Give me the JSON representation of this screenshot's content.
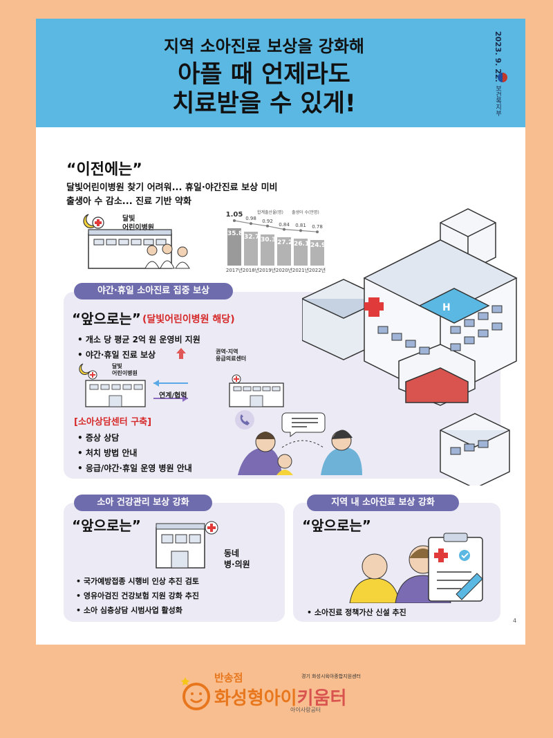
{
  "header": {
    "subtitle": "지역 소아진료 보상을 강화해",
    "title_line1": "아플 때 언제라도",
    "title_line2": "치료받을 수 있게!",
    "date": "2023. 9. 22.",
    "ministry": "보건복지부"
  },
  "before": {
    "title": "“이전에는”",
    "line1": "달빛어린이병원 찾기 어려워... 휴일·야간진료 보상 미비",
    "line2": "출생아 수 감소... 진료 기반 약화",
    "hospital_label_1": "달빛",
    "hospital_label_2": "어린이병원"
  },
  "chart_data": {
    "type": "bar",
    "categories": [
      "2017년",
      "2018년",
      "2019년",
      "2020년",
      "2021년",
      "2022년"
    ],
    "series": [
      {
        "name": "합계출산율(명)",
        "values": [
          1.05,
          0.98,
          0.92,
          0.84,
          0.81,
          0.78
        ]
      },
      {
        "name": "출생아 수(만명)",
        "values": [
          35.8,
          32.7,
          30.3,
          27.2,
          26.1,
          24.9
        ]
      }
    ],
    "ylim": [
      0,
      40
    ]
  },
  "section1": {
    "pill": "야간·휴일 소아진료 집중 보상",
    "title": "“앞으로는”",
    "title_note": "(달빛어린이병원 해당)",
    "bullet1": "• 개소 당 평균 2억 원 운영비 지원",
    "bullet2": "• 야간·휴일 진료 보상",
    "left_label_1": "달빛",
    "left_label_2": "어린이병원",
    "right_label_1": "권역·지역",
    "right_label_2": "응급의료센터",
    "link_label": "연계/협력",
    "consult_title": "[소아상담센터 구축]",
    "consult_b1": "• 증상 상담",
    "consult_b2": "• 처치 방법 안내",
    "consult_b3": "• 응급/야간·휴일 운영 병원 안내"
  },
  "section2": {
    "pill": "소아 건강관리 보상 강화",
    "title": "“앞으로는”",
    "clinic_label_1": "동네",
    "clinic_label_2": "병·의원",
    "bullet1": "• 국가예방접종 시행비 인상 추진 검토",
    "bullet2": "• 영유아검진 건강보험 지원 강화 추진",
    "bullet3": "• 소아 심층상담 시범사업 활성화"
  },
  "section3": {
    "pill": "지역 내 소아진료 보상 강화",
    "title": "“앞으로는”",
    "bullet1": "• 소아진료 정책가산 신설 추진"
  },
  "page_number": "4",
  "footer": {
    "branch": "반송점",
    "brand_part1": "화성형",
    "brand_part2": "아이",
    "brand_part3": "키움터",
    "tagline": "아이사랑공터",
    "org": "경기 화성시육아종합지원센터"
  }
}
